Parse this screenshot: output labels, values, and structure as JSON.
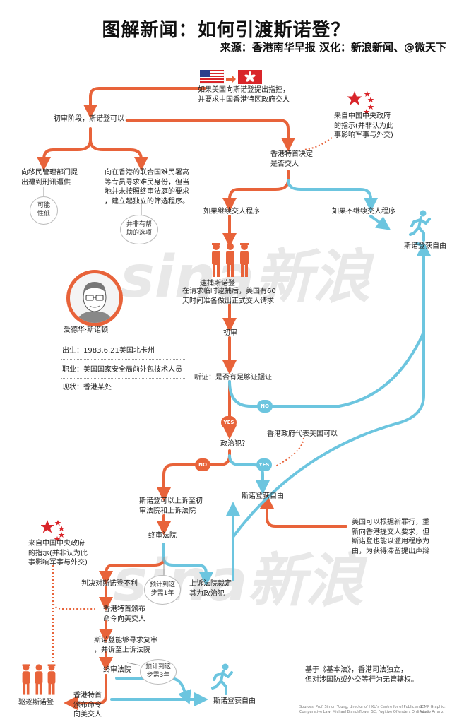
{
  "title": "图解新闻：如何引渡斯诺登？",
  "subtitle": "来源：香港南华早报  汉化：新浪新闻、@微天下",
  "watermark": "sina新浪",
  "colors": {
    "orange": "#E8633A",
    "blue": "#6CC5DF",
    "red_star": "#D9252A",
    "hk_red": "#D9252A"
  },
  "icons": [
    "us-flag-icon",
    "arrow-right-icon",
    "hk-flag-icon",
    "china-stars-icon",
    "police-arrest-icon",
    "running-man-icon",
    "snowden-portrait-icon"
  ],
  "nodes": {
    "top_flags_text": "如果美国向斯诺登提出指控，\n并要求中国香港特区政府交人",
    "first_stage": "初审阶段，斯诺登可以：",
    "central_gov_top": "来自中国中央政府\n的指示(并非认为此\n事影响军事与外交)",
    "hk_ceo_decide": "香港特首决定\n是否交人",
    "immigration": "向移民管理部门提\n出遭到刑讯逼供",
    "unhcr": "向在香港的联合国难民署高\n等专员寻求难民身份，但当\n地并未按照终审法庭的要求\n，建立起独立的筛选程序。",
    "possible_low": "可能\n性低",
    "not_helpful": "并非有帮\n助的选项",
    "continue_process": "如果继续交人程序",
    "not_continue": "如果不继续交人程序",
    "free_right": "斯诺登获自由",
    "arrest": "逮捕斯诺登",
    "arrest_detail": "在请求临时逮捕后，美国有60\n天时间准备做出正式交人请求",
    "first_trial": "初审",
    "hearing": "听证：是否有足够证据证",
    "no_label": "NO",
    "yes_label": "YES",
    "hk_gov_represent": "香港政府代表美国可以",
    "political": "政治犯？",
    "free_mid": "斯诺登获自由",
    "appeal": "斯诺登可以上诉至初\n审法院和上诉法院",
    "us_new_charge": "美国可以根据新罪行，重\n新向香港提交人要求，但\n斯诺登也能以滥用程序为\n由，为获得滞留提出声辩",
    "final_court_1": "终审法院",
    "central_gov_bottom": "来自中国中央政府\n的指示(并非认为此\n事影响军事与外交)",
    "ruled_against": "判决对斯诺登不利",
    "estimate_1y": "预计到这\n步需1年",
    "appeal_ruled": "上诉法院裁定\n其为政治犯",
    "ceo_order_1": "香港特首颁布\n命令向美交人",
    "seek_review": "斯诺登能够寻求复审\n，并诉至上诉法院",
    "final_court_2": "终审法院",
    "estimate_3y": "预计到这\n步需3年",
    "basic_law": "基于《基本法》，香港司法独立，\n但对涉国防或外交等行为无管辖权。",
    "deport": "驱逐斯诺登",
    "ceo_order_2": "香港特首\n颁布命令\n向美交人",
    "free_bottom": "斯诺登获自由"
  },
  "profile": {
    "name": "爱德华·斯诺顿",
    "born": "出生：1983.6.21美国北卡州",
    "job": "职业：美国国家安全局前外包技术人员",
    "status": "现状：香港某处"
  },
  "sources": {
    "left": "Sources: Prof. Simon Young, director of HKU's Centre for of Public and\nComparative Law, Michael Blanchflower SC; Fugitive Offenders Ordinance",
    "right": "SCMP Graphic:\nAdolfo Arranz"
  }
}
